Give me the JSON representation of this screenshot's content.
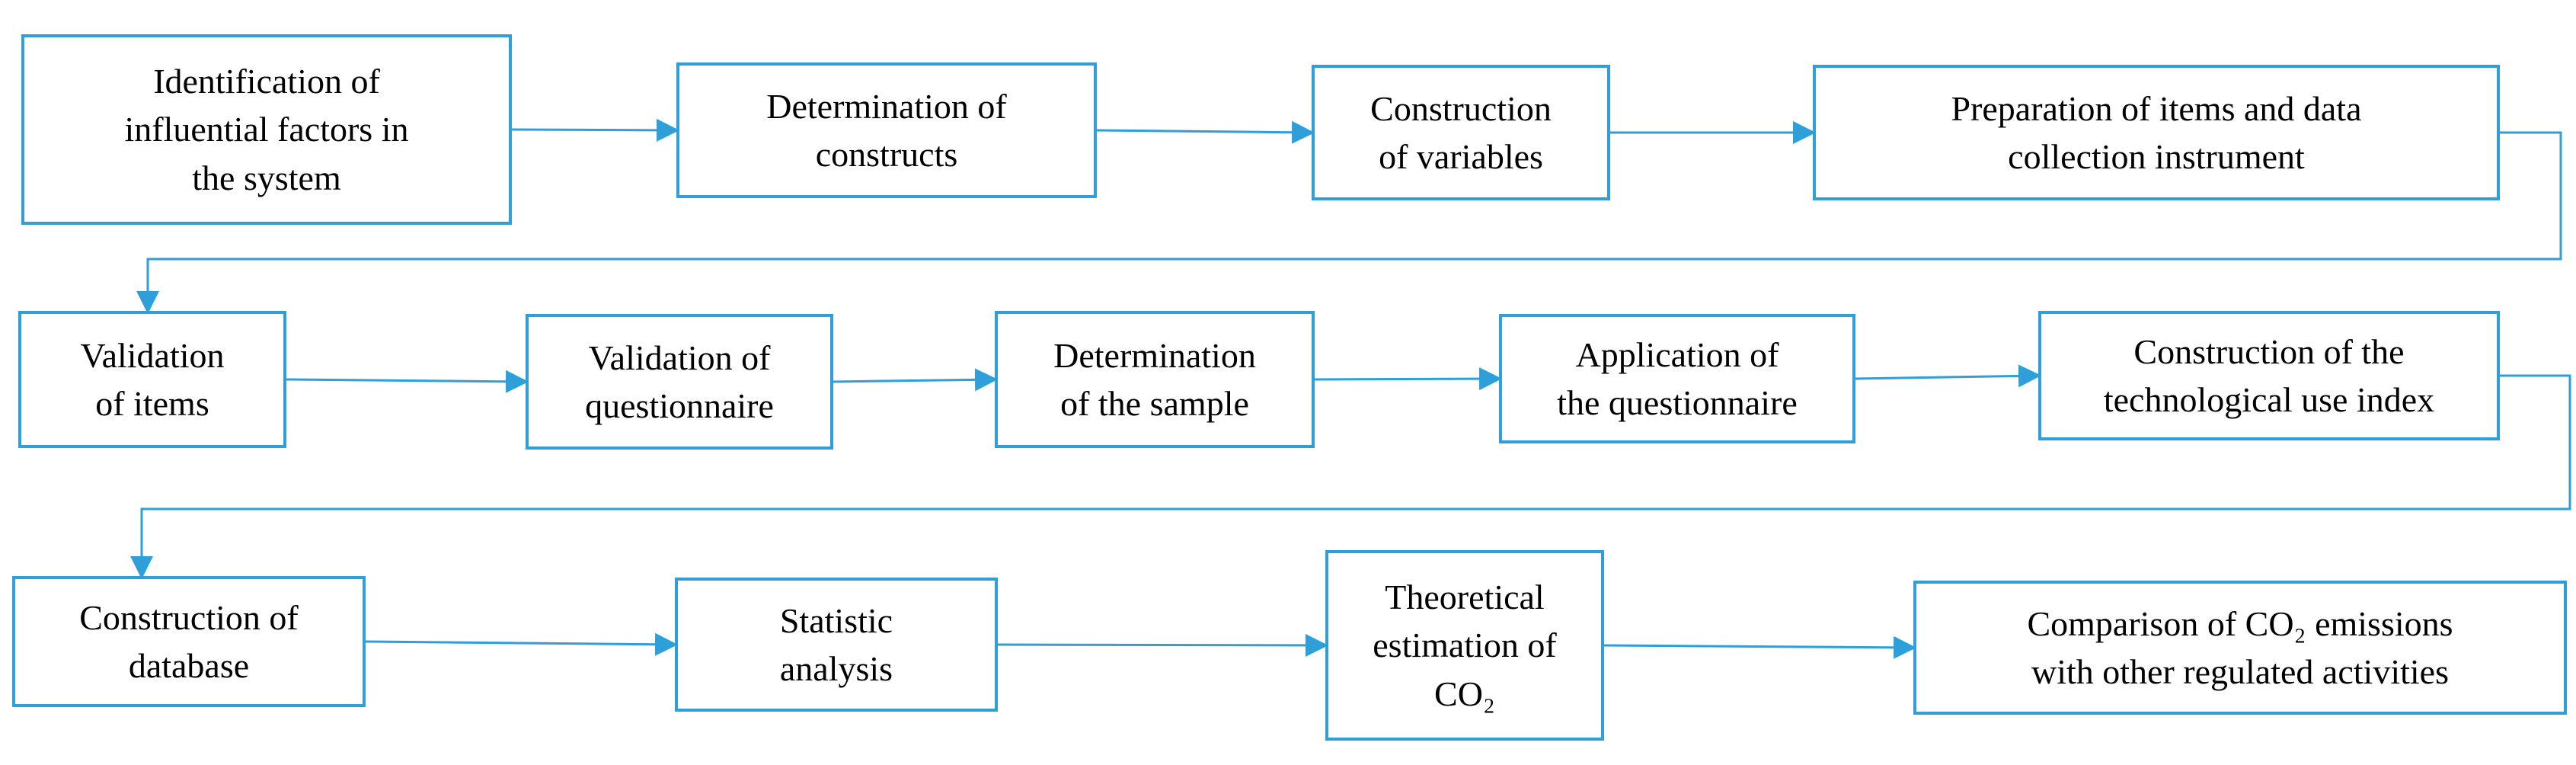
{
  "colors": {
    "stroke": "#2e9fd8",
    "text": "#000000",
    "background": "#ffffff"
  },
  "steps": [
    {
      "id": "s1",
      "lines": [
        "Identification of",
        "influential  factors in",
        "the system"
      ]
    },
    {
      "id": "s2",
      "lines": [
        "Determination of",
        "constructs"
      ]
    },
    {
      "id": "s3",
      "lines": [
        "Construction",
        "of variables"
      ]
    },
    {
      "id": "s4",
      "lines": [
        "Preparation of items and data",
        "collection instrument"
      ]
    },
    {
      "id": "s5",
      "lines": [
        "Validation",
        "of items"
      ]
    },
    {
      "id": "s6",
      "lines": [
        "Validation of",
        "questionnaire"
      ]
    },
    {
      "id": "s7",
      "lines": [
        "Determination",
        "of the sample"
      ]
    },
    {
      "id": "s8",
      "lines": [
        "Application of",
        "the questionnaire"
      ]
    },
    {
      "id": "s9",
      "lines": [
        "Construction of the",
        "technological use index"
      ]
    },
    {
      "id": "s10",
      "lines": [
        "Construction of",
        "database"
      ]
    },
    {
      "id": "s11",
      "lines": [
        "Statistic",
        "analysis"
      ]
    },
    {
      "id": "s12",
      "lines": [
        "Theoretical",
        "estimation of",
        "CO₂"
      ]
    },
    {
      "id": "s13",
      "lines": [
        "Comparison of CO₂ emissions",
        "with other regulated activities"
      ]
    }
  ]
}
